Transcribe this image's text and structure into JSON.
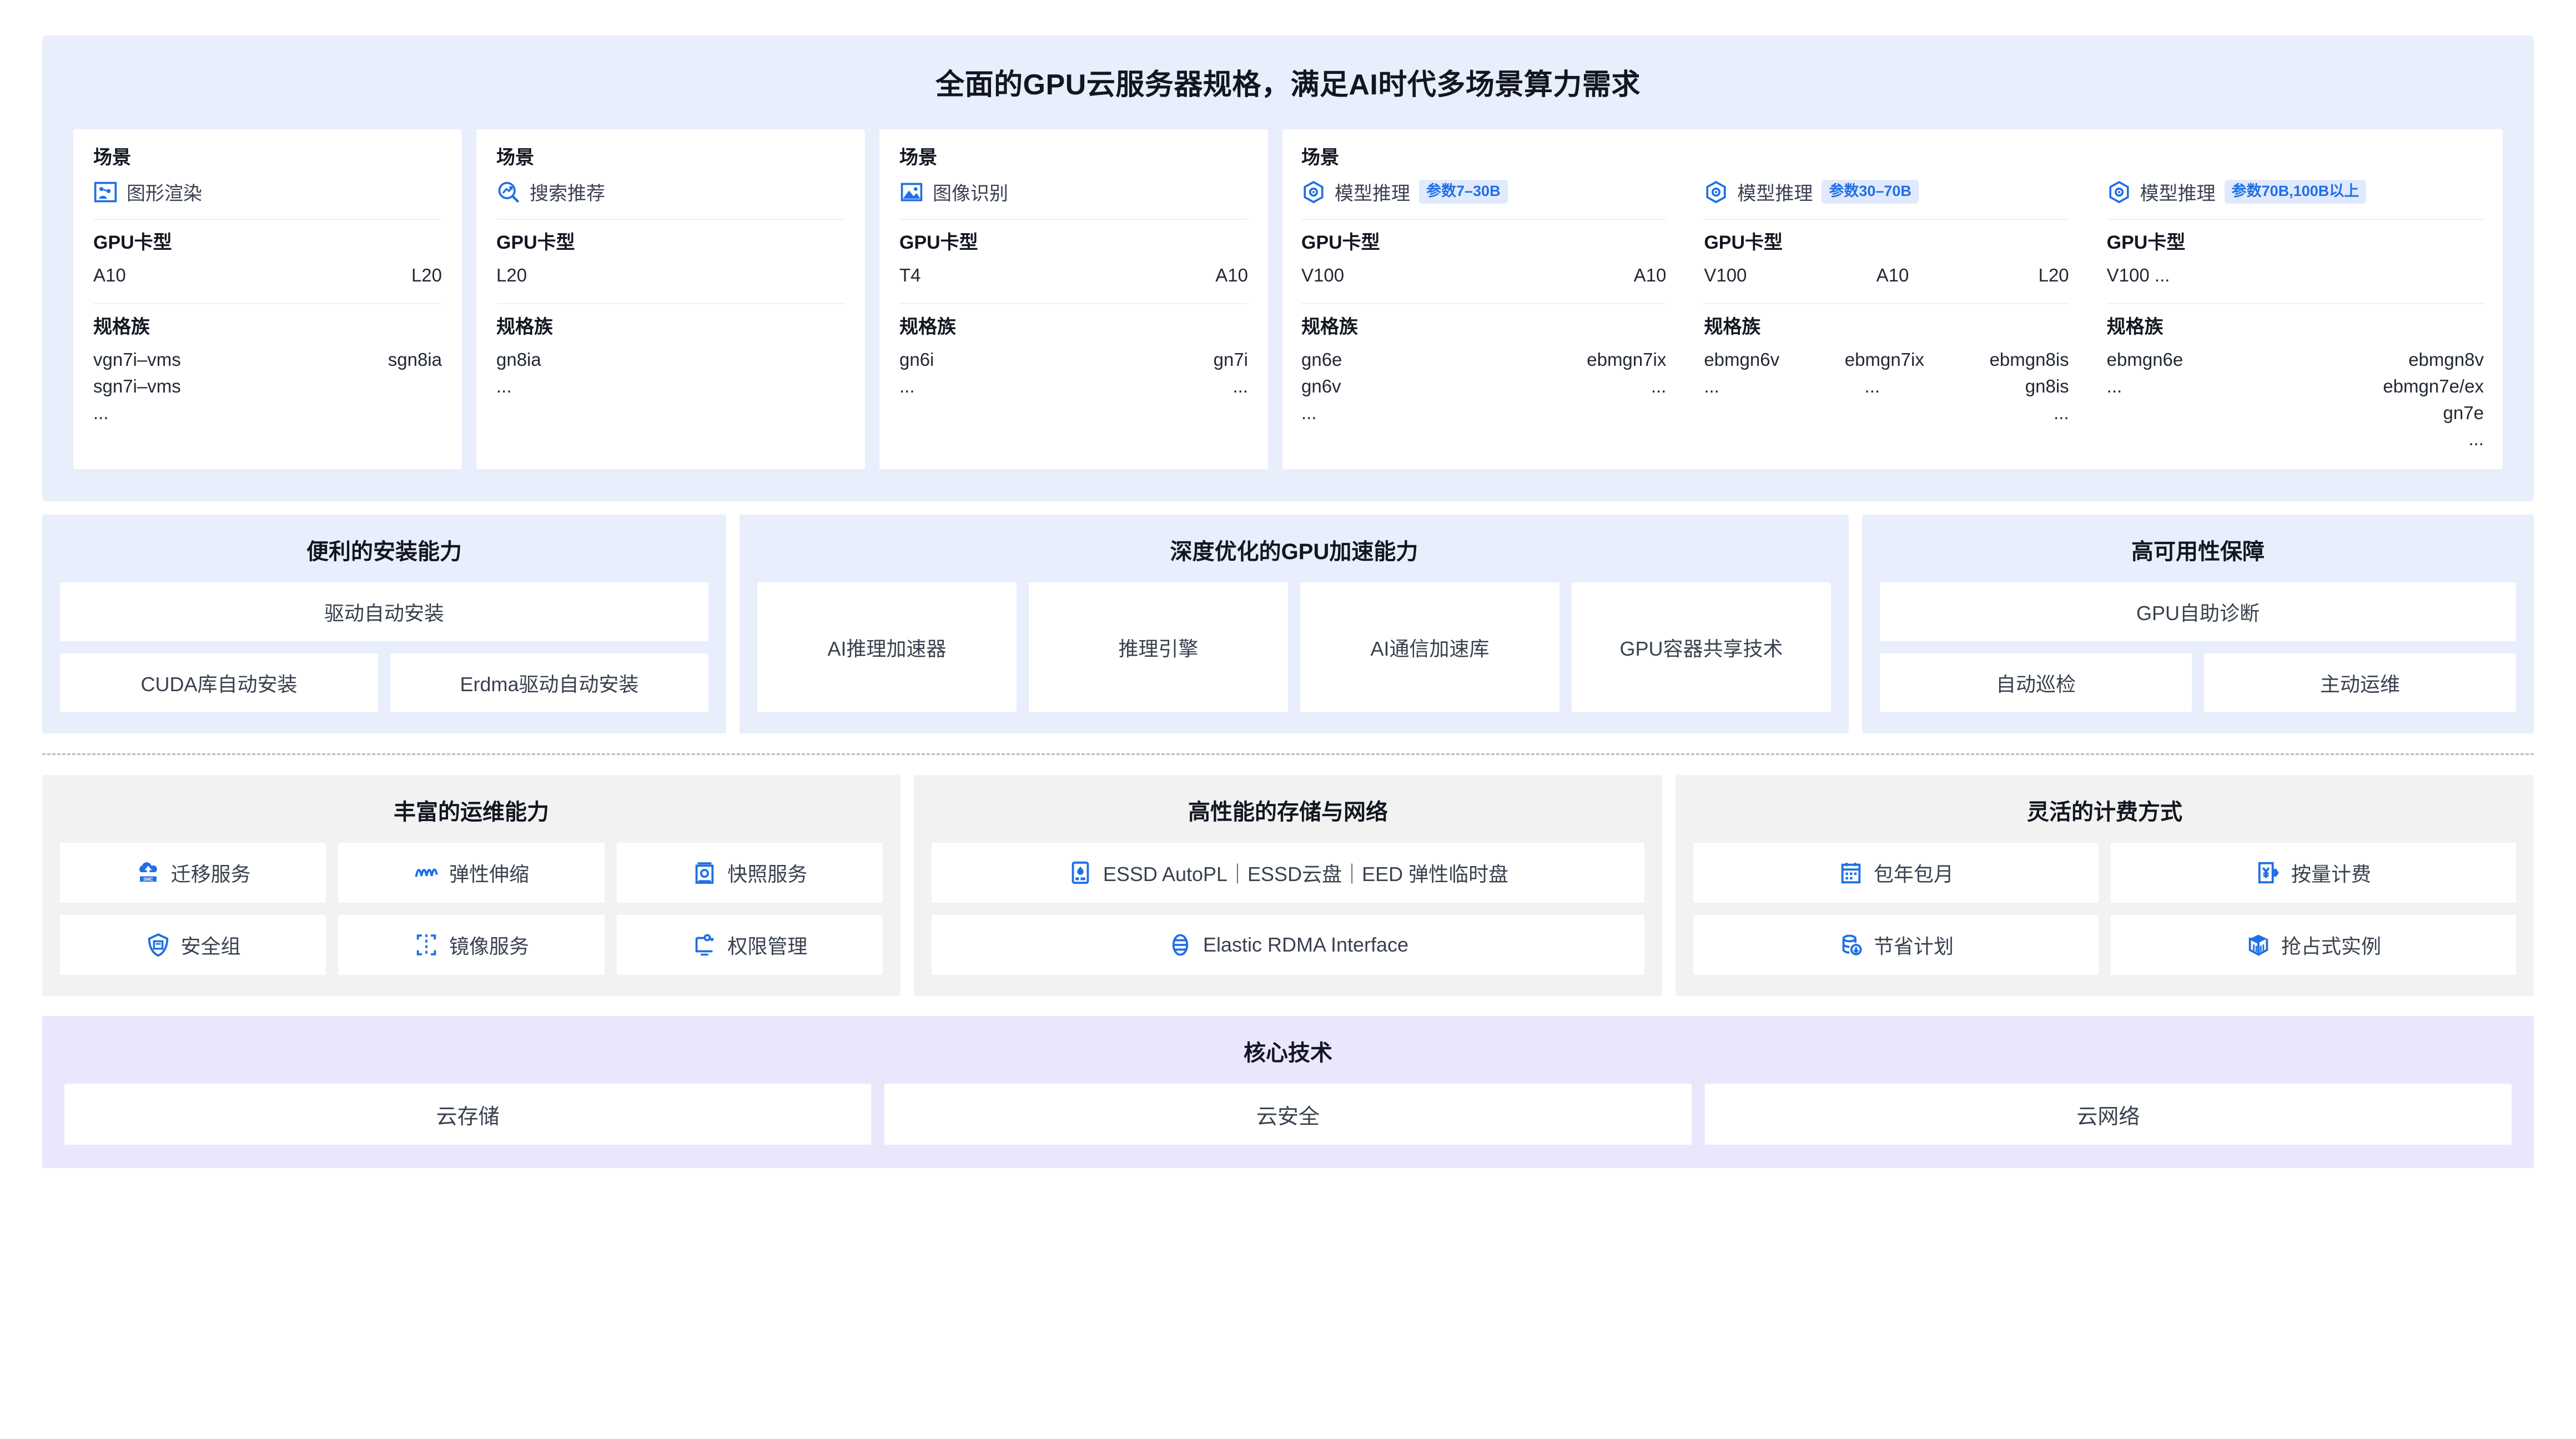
{
  "hero": {
    "title": "全面的GPU云服务器规格，满足AI时代多场景算力需求",
    "labels": {
      "scene": "场景",
      "gpu": "GPU卡型",
      "family": "规格族"
    },
    "cards": [
      {
        "scene_name": "图形渲染",
        "icon": "graphics-render-icon",
        "gpu_left": "A10",
        "gpu_right": "L20",
        "family_left_1": "vgn7i–vms",
        "family_left_2": "sgn7i–vms",
        "family_left_3": "...",
        "family_right_1": "sgn8ia"
      },
      {
        "scene_name": "搜索推荐",
        "icon": "search-recommend-icon",
        "gpu_left": "L20",
        "family_left_1": "gn8ia",
        "family_left_2": "..."
      },
      {
        "scene_name": "图像识别",
        "icon": "image-recognition-icon",
        "gpu_left": "T4",
        "gpu_right": "A10",
        "family_left_1": "gn6i",
        "family_left_2": "...",
        "family_right_1": "gn7i",
        "family_right_2": "..."
      }
    ],
    "inference": {
      "scene_name": "模型推理",
      "icon": "model-inference-icon",
      "columns": [
        {
          "tag": "参数7–30B",
          "gpu_left": "V100",
          "gpu_right": "A10",
          "family_left_1": "gn6e",
          "family_left_2": "gn6v",
          "family_left_3": "...",
          "family_right_1": "ebmgn7ix",
          "family_right_2": "..."
        },
        {
          "tag": "参数30–70B",
          "gpu_left": "V100",
          "gpu_mid": "A10",
          "gpu_right": "L20",
          "family_left_1": "ebmgn6v",
          "family_left_2": "...",
          "family_mid_1": "ebmgn7ix",
          "family_mid_2": "...",
          "family_right_1": "ebmgn8is",
          "family_right_2": "gn8is",
          "family_right_3": "..."
        },
        {
          "tag": "参数70B,100B以上",
          "gpu_left": "V100 ...",
          "family_left_1": "ebmgn6e",
          "family_left_2": "...",
          "family_right_1": "ebmgn8v",
          "family_right_2": "ebmgn7e/ex",
          "family_right_3": "gn7e",
          "family_right_4": "..."
        }
      ]
    }
  },
  "capabilities": {
    "install": {
      "title": "便利的安装能力",
      "primary": "驱动自动安装",
      "items": [
        "CUDA库自动安装",
        "Erdma驱动自动安装"
      ]
    },
    "accel": {
      "title": "深度优化的GPU加速能力",
      "items": [
        "AI推理加速器",
        "推理引擎",
        "AI通信加速库",
        "GPU容器共享技术"
      ]
    },
    "ha": {
      "title": "高可用性保障",
      "primary": "GPU自助诊断",
      "items": [
        "自动巡检",
        "主动运维"
      ]
    }
  },
  "operations": {
    "ops": {
      "title": "丰富的运维能力",
      "items": [
        {
          "label": "迁移服务",
          "icon": "smc-migration-icon"
        },
        {
          "label": "弹性伸缩",
          "icon": "auto-scaling-icon"
        },
        {
          "label": "快照服务",
          "icon": "snapshot-icon"
        },
        {
          "label": "安全组",
          "icon": "security-group-icon"
        },
        {
          "label": "镜像服务",
          "icon": "image-service-icon"
        },
        {
          "label": "权限管理",
          "icon": "permission-icon"
        }
      ]
    },
    "storage": {
      "title": "高性能的存储与网络",
      "items": [
        {
          "label": "ESSD AutoPL｜ESSD云盘｜EED 弹性临时盘",
          "icon": "disk-icon"
        },
        {
          "label": "Elastic RDMA Interface",
          "icon": "rdma-icon"
        }
      ]
    },
    "billing": {
      "title": "灵活的计费方式",
      "items": [
        {
          "label": "包年包月",
          "icon": "calendar-icon"
        },
        {
          "label": "按量计费",
          "icon": "pay-as-you-go-icon"
        },
        {
          "label": "节省计划",
          "icon": "savings-plan-icon"
        },
        {
          "label": "抢占式实例",
          "icon": "spot-instance-icon"
        }
      ]
    }
  },
  "core": {
    "title": "核心技术",
    "items": [
      "云存储",
      "云安全",
      "云网络"
    ]
  },
  "colors": {
    "hero_bg": "#e8eefb",
    "grey_bg": "#f2f2f3",
    "purple_bg": "#eae7fd",
    "accent": "#1f6fe5",
    "tag_bg": "#e1e9fd"
  }
}
